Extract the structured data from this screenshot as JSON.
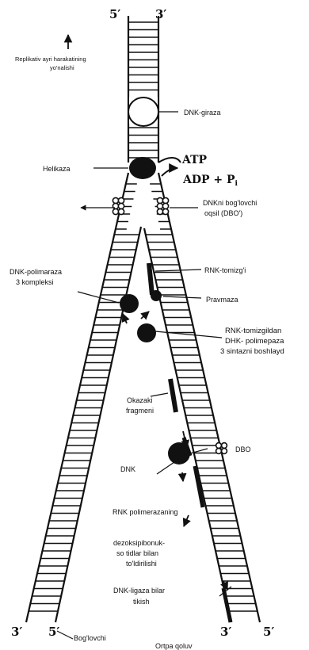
{
  "labels": {
    "end_top_5": "5′",
    "end_top_3": "3′",
    "direction": "Replikativ ayri harakatining yo'nalishi",
    "direction_l1": "Replikativ ayri harakatining",
    "direction_l2": "yo'nalishi",
    "gyrase": "DNK-giraza",
    "helicase": "Helikaza",
    "atp": "ATP",
    "adp": "ADP + P",
    "adp_sub": "i",
    "dbo1_l1": "DNKni bog'lovchi",
    "dbo1_l2": "oqsil (DBO')",
    "polymerase_l1": "DNK-polimaraza",
    "polymerase_l2": "3 kompleksi",
    "rna_primer": "RNK-tomizg'i",
    "primase": "Pravmaza",
    "start_l1": "RNK-tomizgildan",
    "start_l2": "DHK- polimepaza",
    "start_l3": "3 sintazni boshlayd",
    "okazaki_l1": "Okazaki",
    "okazaki_l2": "fragmeni",
    "dbo2": "DBO",
    "dnk": "DNK",
    "rnk_pol": "RNK polimerazaning",
    "deoxy_l1": "dezoksipibonuk-",
    "deoxy_l2": "so tidlar bilan",
    "deoxy_l3": "to'ldirilishi",
    "ligase_l1": "DNK-ligaza bilar",
    "ligase_l2": "tikish",
    "end_bl_3": "3′",
    "end_bl_5": "5′",
    "end_br_3": "3′",
    "end_br_5": "5′",
    "leading": "Bog'lovchi",
    "lagging": "Ortpa qoluv"
  }
}
